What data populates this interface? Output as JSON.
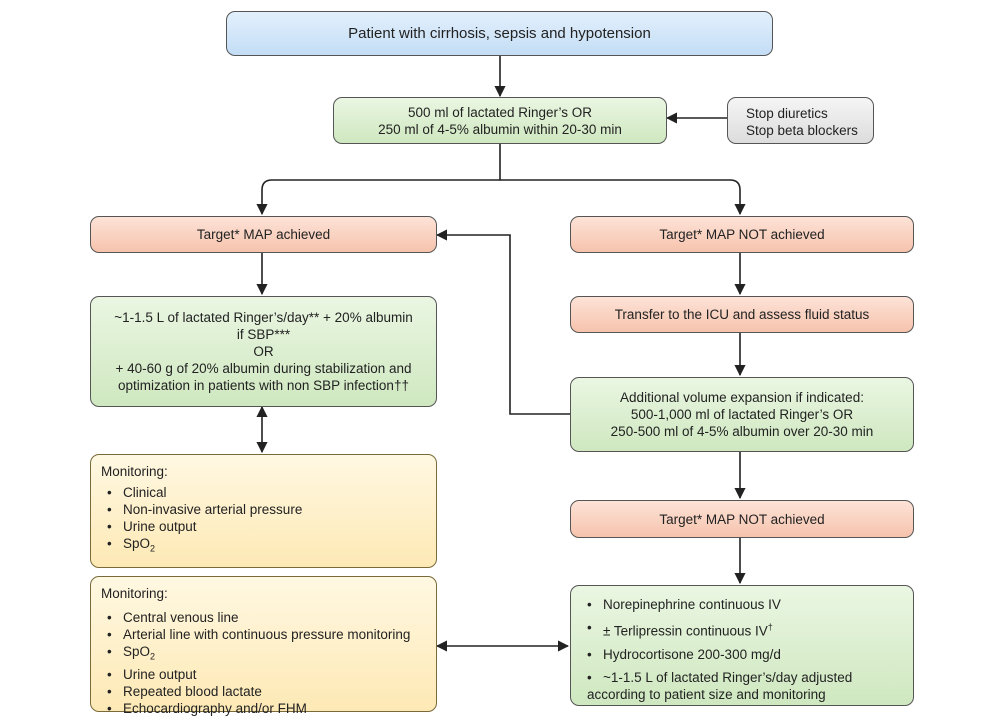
{
  "start": {
    "text": "Patient with cirrhosis, sepsis and hypotension"
  },
  "fluid_bolus": {
    "lines": [
      "500 ml of lactated Ringer’s OR",
      "250 ml of 4-5% albumin within 20-30 min"
    ]
  },
  "stop_meds": {
    "lines": [
      "Stop diuretics",
      "Stop beta blockers"
    ]
  },
  "map_achieved": {
    "text": "Target* MAP achieved"
  },
  "map_not_achieved_1": {
    "text": "Target* MAP NOT achieved"
  },
  "maintenance": {
    "lines": [
      "~1-1.5 L of lactated Ringer’s/day** + 20% albumin",
      "if SBP***",
      "OR",
      "+ 40-60 g of 20% albumin during stabilization and",
      "optimization in patients with non SBP infection††"
    ]
  },
  "icu_transfer": {
    "text": "Transfer to the ICU and assess fluid status"
  },
  "additional_expansion": {
    "lines": [
      "Additional volume expansion if indicated:",
      "500-1,000 ml of lactated Ringer’s OR",
      "250-500 ml of 4-5% albumin over 20-30 min"
    ]
  },
  "monitoring_basic": {
    "header": "Monitoring:",
    "items": [
      "Clinical",
      "Non-invasive arterial pressure",
      "Urine output",
      "SpO",
      "2"
    ]
  },
  "map_not_achieved_2": {
    "text": "Target* MAP NOT achieved"
  },
  "monitoring_advanced": {
    "header": "Monitoring:",
    "items": [
      "Central venous line",
      "Arterial line with continuous pressure monitoring",
      "SpO",
      "2",
      "Urine output",
      "Repeated blood lactate",
      "Echocardiography and/or FHM"
    ]
  },
  "vasopressors": {
    "items": [
      "Norepinephrine continuous IV",
      "± Terlipressin continuous IV",
      "†",
      "Hydrocortisone 200-300 mg/d",
      "~1-1.5 L of lactated Ringer’s/day adjusted",
      "according to patient size and monitoring"
    ]
  },
  "colors": {
    "blue": "#c3ddf5",
    "green": "#cfe8c0",
    "gray": "#dcdcdc",
    "salmon": "#f6c3ad",
    "yellow": "#fde9b5",
    "line": "#222222"
  }
}
